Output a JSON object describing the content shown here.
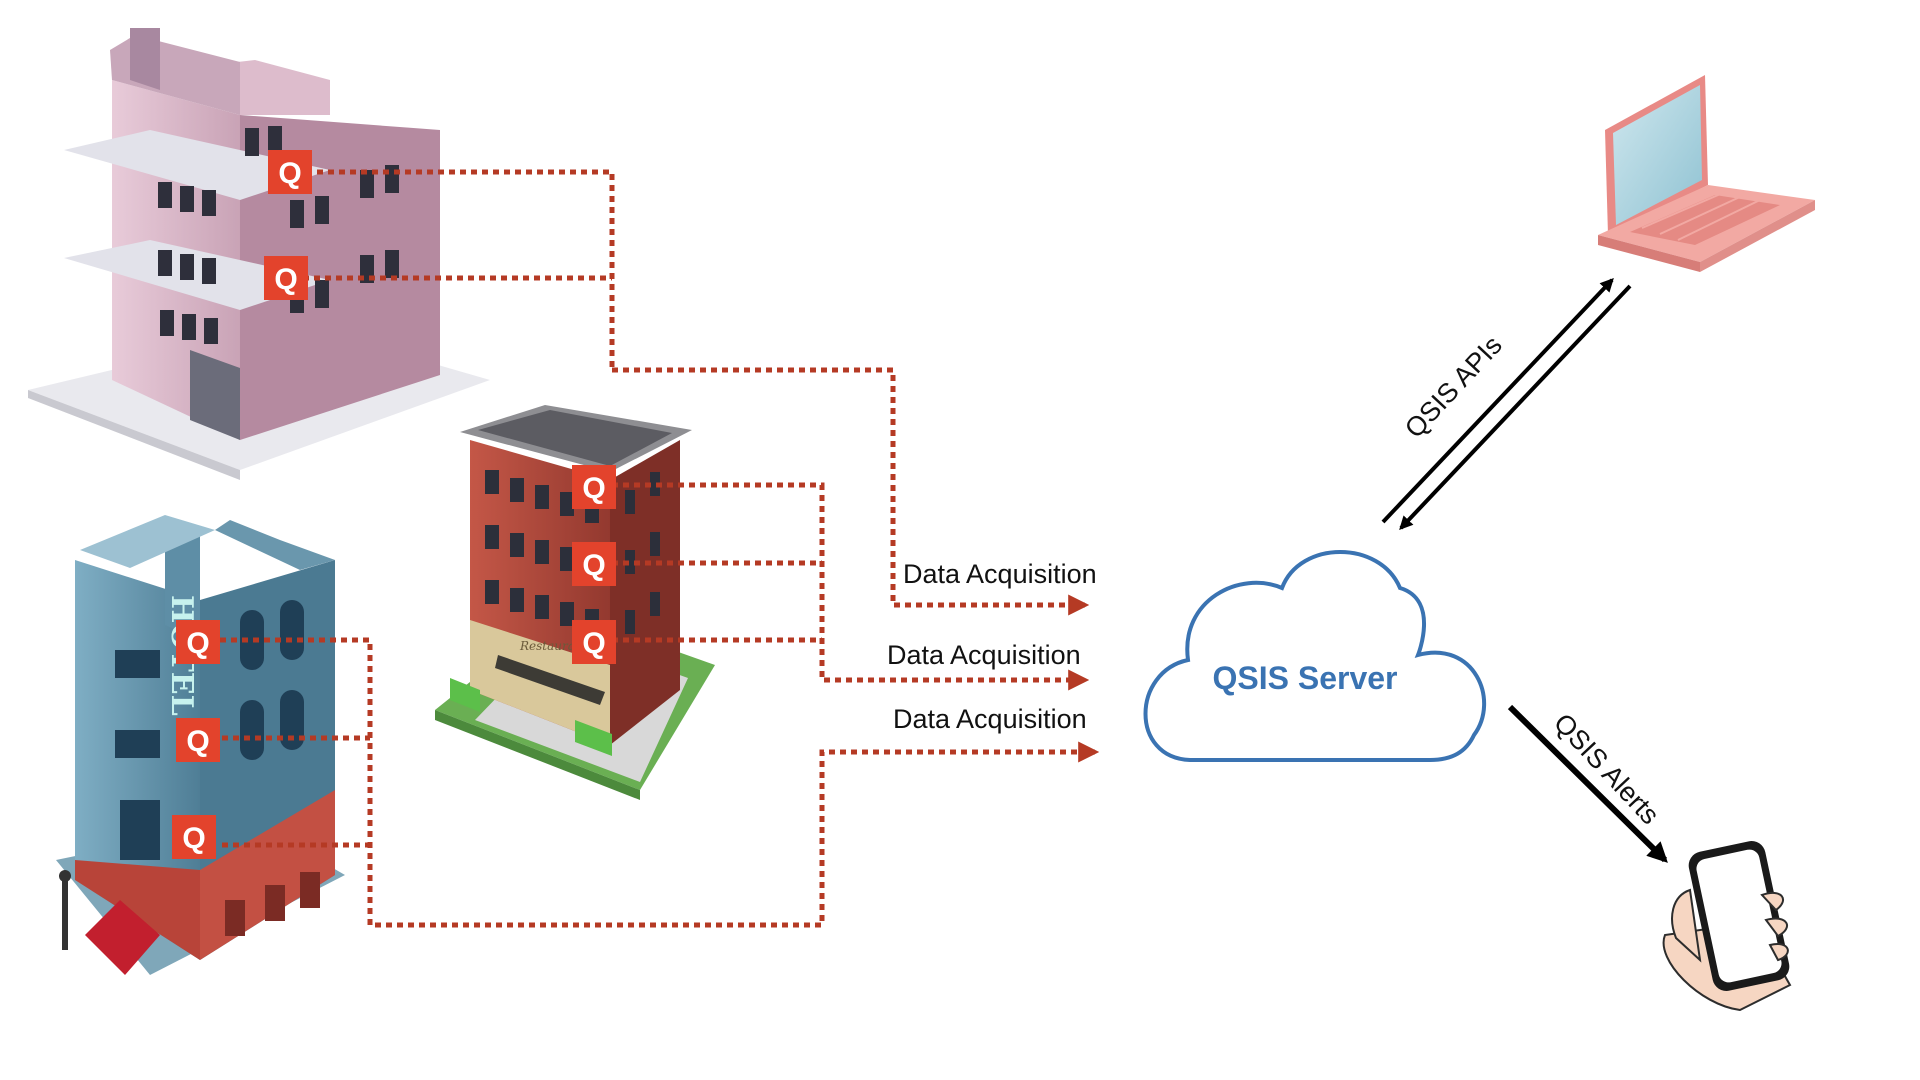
{
  "colors": {
    "connector": "#b53a24",
    "sensor": "#e3432c",
    "cloud": "#3a73b2",
    "arrow": "#000000",
    "label": "#111111"
  },
  "sensor_letter": "Q",
  "flows": {
    "data_acquisition_1": "Data Acquisition",
    "data_acquisition_2": "Data Acquisition",
    "data_acquisition_3": "Data Acquisition",
    "apis": "QSIS APIs",
    "alerts": "QSIS Alerts"
  },
  "server": {
    "label": "QSIS Server"
  },
  "buildings": {
    "hotel_sign": "HOTEL",
    "restaurant_sign": "Restaurant"
  },
  "icons": {
    "building_a": "office-building-icon",
    "building_b": "restaurant-building-icon",
    "building_c": "hotel-building-icon",
    "cloud": "cloud-icon",
    "laptop": "laptop-icon",
    "phone": "phone-icon"
  }
}
